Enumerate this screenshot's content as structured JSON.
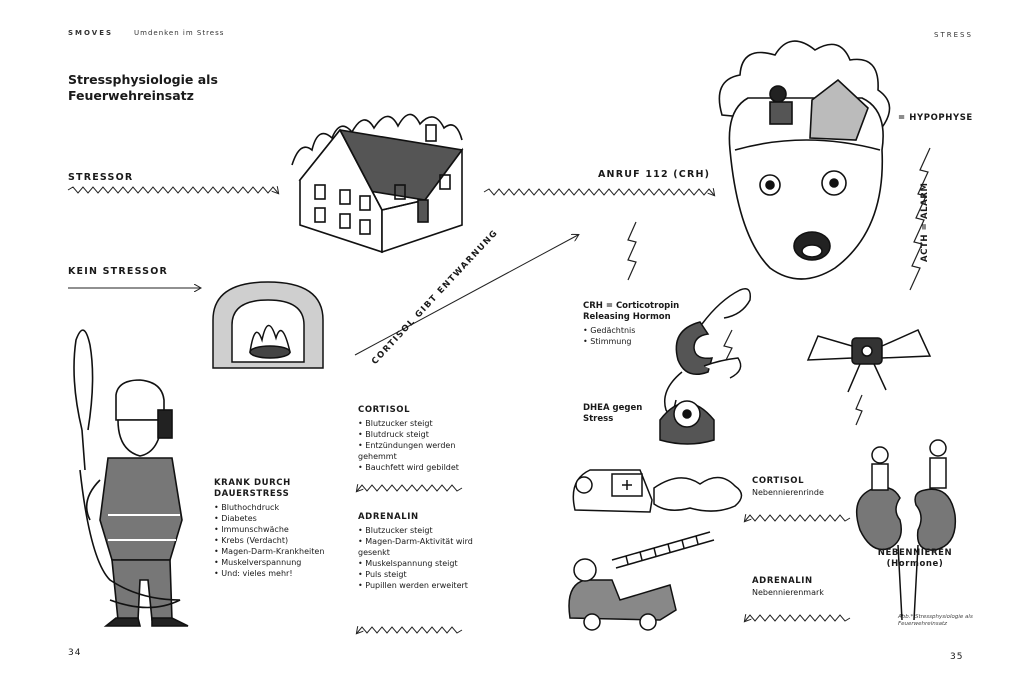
{
  "header": {
    "brand": "SMOVES",
    "section": "Umdenken im Stress",
    "right": "STRESS"
  },
  "title": "Stressphysiologie als\nFeuerwehreinsatz",
  "labels": {
    "stressor": "STRESSOR",
    "kein_stressor": "KEIN STRESSOR",
    "anruf": "ANRUF 112 (CRH)",
    "hypophyse": "= HYPOPHYSE",
    "acth": "ACTH = ALARM",
    "cortisol_entwarnung": "CORTISOL GIBT ENTWARNUNG",
    "crh_title": "CRH = Corticotropin\nReleasing Hormon",
    "dhea": "DHEA gegen\nStress",
    "nebennieren": "NEBENNIEREN",
    "hormone": "(Hormone)",
    "krank": "KRANK DURCH\nDAUERSTRESS"
  },
  "crh_items": [
    "Gedächtnis",
    "Stimmung"
  ],
  "krank_items": [
    "Bluthochdruck",
    "Diabetes",
    "Immunschwäche",
    "Krebs (Verdacht)",
    "Magen-Darm-Krankheiten",
    "Muskelverspannung",
    "Und: vieles mehr!"
  ],
  "cortisol_block": {
    "title": "CORTISOL",
    "items": [
      "Blutzucker steigt",
      "Blutdruck steigt",
      "Entzündungen werden gehemmt",
      "Bauchfett wird gebildet"
    ]
  },
  "adrenalin_block": {
    "title": "ADRENALIN",
    "items": [
      "Blutzucker steigt",
      "Magen-Darm-Aktivität wird gesenkt",
      "Muskelspannung steigt",
      "Puls steigt",
      "Pupillen werden erweitert"
    ]
  },
  "right_cortisol": {
    "title": "CORTISOL",
    "sub": "Nebennierenrinde"
  },
  "right_adrenalin": {
    "title": "ADRENALIN",
    "sub": "Nebennierenmark"
  },
  "caption": "Abb.* Stressphysiologie als\nFeuerwehreinsatz",
  "pages": {
    "left": "34",
    "right": "35"
  }
}
